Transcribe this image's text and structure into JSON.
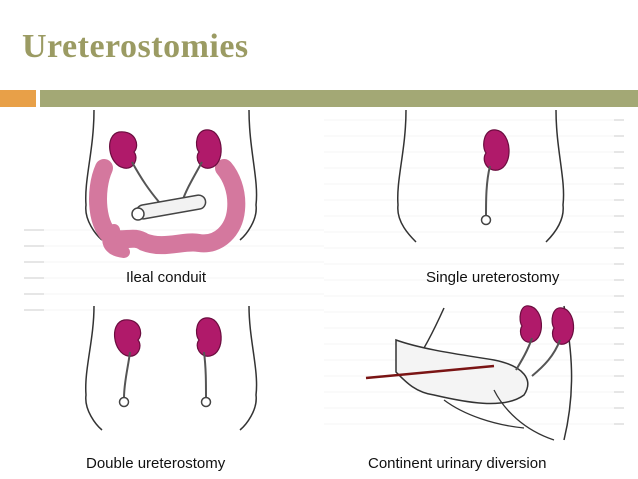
{
  "slide": {
    "title": "Ureterostomies",
    "accent_colors": {
      "title": "#9b9b63",
      "bar_orange": "#e8a048",
      "bar_olive": "#a3a875",
      "kidney": "#b01a6a",
      "colon": "#d4789e"
    }
  },
  "figure": {
    "panels": [
      {
        "caption": "Ileal conduit"
      },
      {
        "caption": "Single ureterostomy"
      },
      {
        "caption": "Double ureterostomy"
      },
      {
        "caption": "Continent urinary diversion"
      }
    ]
  }
}
